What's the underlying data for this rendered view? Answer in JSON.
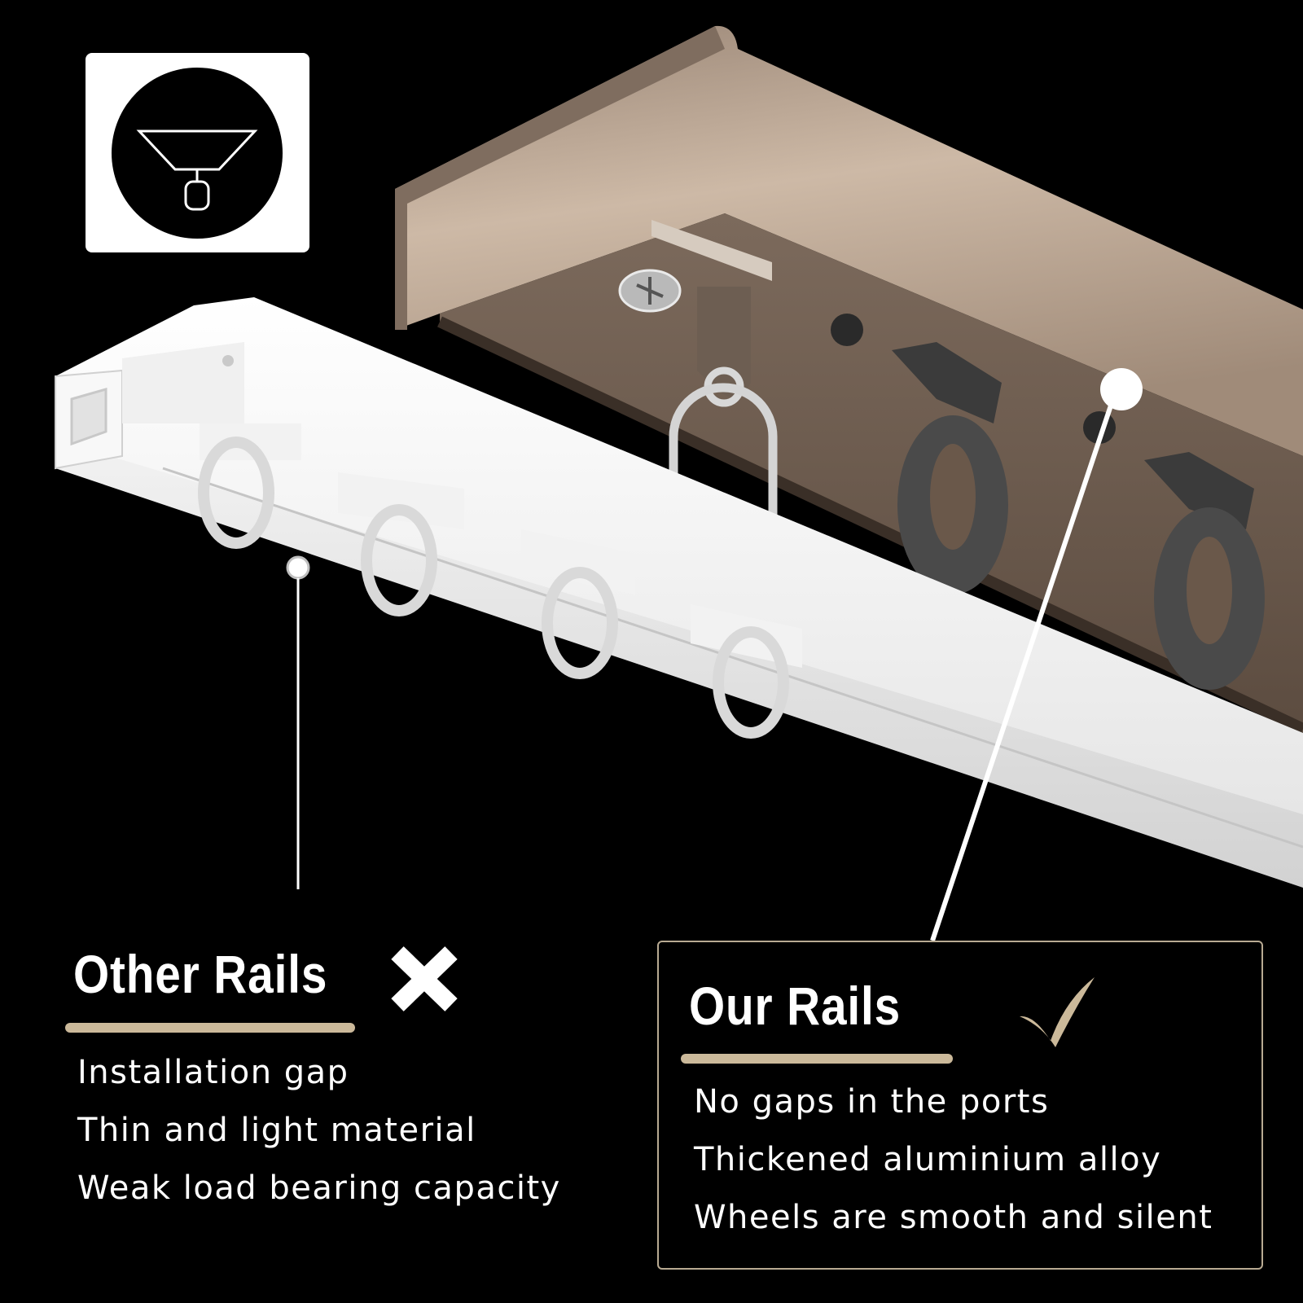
{
  "colors": {
    "background": "#000000",
    "accent": "#cbb99a",
    "box_border": "#b8aa92",
    "premium_rail": "#9e8a78",
    "basic_rail": "#f4f4f4"
  },
  "icons": {
    "installation": "ceiling-mount-icon",
    "other_mark": "cross-icon",
    "our_mark": "check-icon"
  },
  "other_rails": {
    "title": "Other Rails",
    "features": [
      "Installation gap",
      "Thin and light material",
      "Weak load bearing capacity"
    ]
  },
  "our_rails": {
    "title": "Our Rails",
    "features": [
      "No gaps in the ports",
      "Thickened aluminium alloy",
      "Wheels are smooth and silent"
    ]
  }
}
